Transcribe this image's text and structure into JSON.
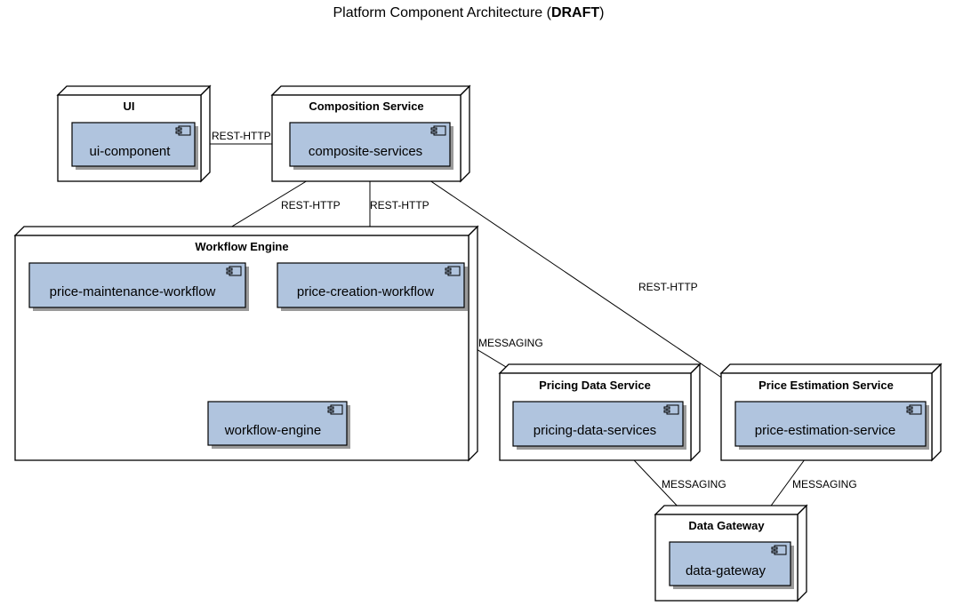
{
  "title": {
    "prefix": "Platform Component Architecture (",
    "bold": "DRAFT",
    "suffix": ")"
  },
  "nodes": {
    "ui": {
      "title": "UI"
    },
    "composition": {
      "title": "Composition Service"
    },
    "workflow": {
      "title": "Workflow Engine"
    },
    "pricing_data": {
      "title": "Pricing Data Service"
    },
    "price_estimation": {
      "title": "Price Estimation Service"
    },
    "data_gateway": {
      "title": "Data Gateway"
    }
  },
  "components": {
    "ui_component": {
      "label": "ui-component"
    },
    "composite_services": {
      "label": "composite-services"
    },
    "price_maintenance_workflow": {
      "label": "price-maintenance-workflow"
    },
    "price_creation_workflow": {
      "label": "price-creation-workflow"
    },
    "workflow_engine": {
      "label": "workflow-engine"
    },
    "pricing_data_services": {
      "label": "pricing-data-services"
    },
    "price_estimation_service": {
      "label": "price-estimation-service"
    },
    "data_gateway": {
      "label": "data-gateway"
    }
  },
  "edges": {
    "ui_to_composite": {
      "label": "REST-HTTP"
    },
    "composite_to_maintenance": {
      "label": "REST-HTTP"
    },
    "composite_to_creation": {
      "label": "REST-HTTP"
    },
    "composite_to_estimation": {
      "label": "REST-HTTP"
    },
    "creation_to_pricing_data": {
      "label": "MESSAGING"
    },
    "pricing_data_to_gateway": {
      "label": "MESSAGING"
    },
    "estimation_to_gateway": {
      "label": "MESSAGING"
    }
  },
  "colors": {
    "component_fill": "#b0c4de",
    "background": "#ffffff",
    "line": "#000000"
  },
  "icons": {
    "component": "component-icon"
  }
}
